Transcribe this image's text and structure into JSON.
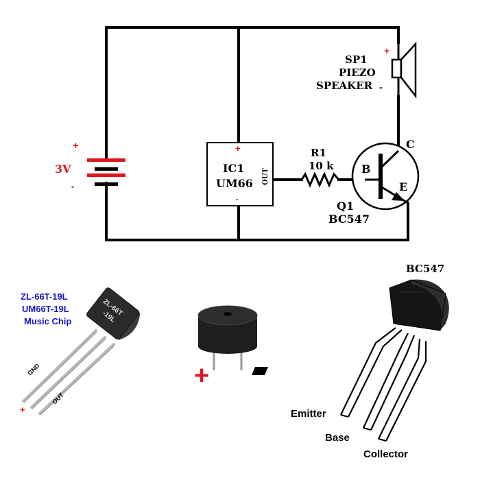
{
  "colors": {
    "wire": "#000000",
    "battery_red": "#e0151b",
    "plus_red": "#e0151b",
    "chip_label_blue": "#1616c8",
    "transistor_body": "#111111",
    "buzzer_body": "#1e1e1e"
  },
  "circuit": {
    "battery": {
      "label": "3V",
      "plus": "+",
      "minus": "-"
    },
    "ic": {
      "ref": "IC1",
      "part": "UM66",
      "plus": "+",
      "minus": "-",
      "out": "OUT"
    },
    "resistor": {
      "ref": "R1",
      "value": "10 k"
    },
    "transistor": {
      "ref": "Q1",
      "part": "BC547",
      "base": "B",
      "collector": "C",
      "emitter": "E"
    },
    "speaker": {
      "ref": "SP1",
      "line1": "PIEZO",
      "line2": "SPEAKER",
      "plus": "+",
      "minus": "-"
    }
  },
  "components": {
    "music_chip": {
      "label_line1": "ZL-66T-19L",
      "label_line2": "UM66T-19L",
      "label_line3": "Music Chip",
      "marking_line1": "ZL-66T",
      "marking_line2": "-19L",
      "pin_gnd": "GND",
      "pin_plus": "+",
      "pin_out": "OUT"
    },
    "buzzer": {
      "plus": "+",
      "minus": "-"
    },
    "bc547": {
      "title": "BC547",
      "pin_emitter": "Emitter",
      "pin_base": "Base",
      "pin_collector": "Collector"
    }
  }
}
